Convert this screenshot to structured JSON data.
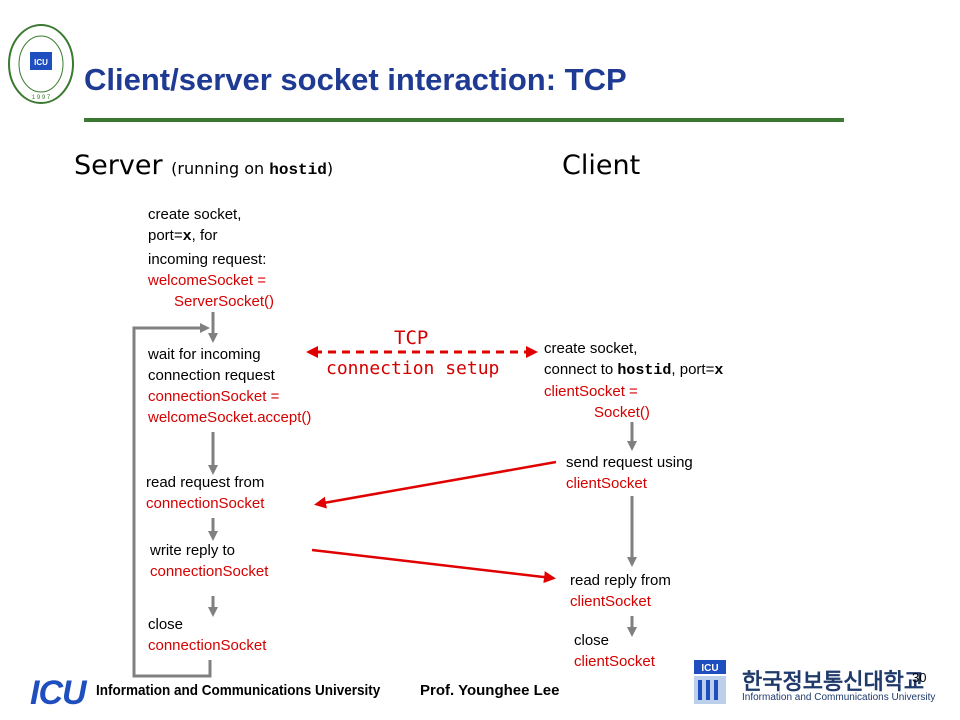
{
  "slide": {
    "title": "Client/server socket interaction: TCP",
    "footer": "Prof. Younghee Lee",
    "page_number": "30",
    "logo_left_text": "Information and Communications University",
    "logo_left_year": "1 9 9 7",
    "footer_icu": "ICU",
    "footer_icu_name": "Information and Communications University",
    "footer_kr_name": "한국정보통신대학교",
    "footer_kr_en": "Information and Communications University",
    "footer_kr_badge": "ICU"
  },
  "server": {
    "heading": "Server",
    "heading_paren_open": "(running on ",
    "heading_host": "hostid",
    "heading_paren_close": ")",
    "step1": {
      "line1": "create socket,",
      "line2a": "port=",
      "line2b": "x",
      "line2c": ", for",
      "line3": "incoming request:",
      "code1": "welcomeSocket =",
      "code2": "ServerSocket()"
    },
    "step2": {
      "line1": "wait for incoming",
      "line2": "connection request",
      "code1": "connectionSocket =",
      "code2": "welcomeSocket.accept()"
    },
    "step3": {
      "line1": "read request from",
      "code1": "connectionSocket"
    },
    "step4": {
      "line1": "write reply to",
      "code1": "connectionSocket"
    },
    "step5": {
      "line1": "close",
      "code1": "connectionSocket"
    }
  },
  "client": {
    "heading": "Client",
    "step1": {
      "line1": "create socket,",
      "line2a": "connect to ",
      "line2b": "hostid",
      "line2c": ", port=",
      "line2d": "x",
      "code1": "clientSocket =",
      "code2": "Socket()"
    },
    "step2": {
      "line1": "send request using",
      "code1": "clientSocket"
    },
    "step3": {
      "line1": "read reply from",
      "code1": "clientSocket"
    },
    "step4": {
      "line1": "close",
      "code1": "clientSocket"
    }
  },
  "tcp": {
    "label1": "TCP",
    "label2": "connection setup"
  },
  "colors": {
    "title": "#1f3a93",
    "rule": "#3a7a30",
    "code": "#d40000",
    "arrow_gray": "#808080",
    "arrow_red": "#e00000"
  }
}
